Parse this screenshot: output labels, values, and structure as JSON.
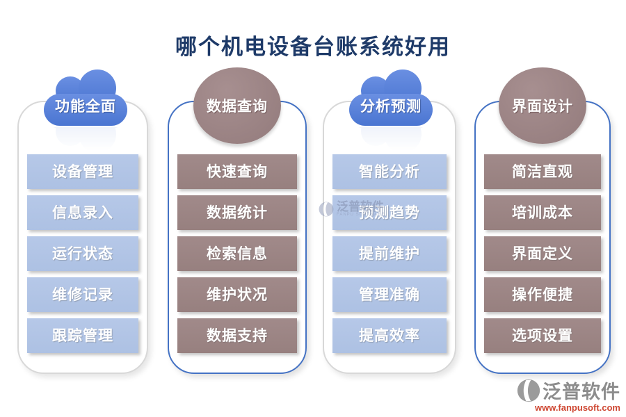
{
  "title": "哪个机电设备台账系统好用",
  "columns": [
    {
      "header": "功能全面",
      "header_shape": "cloud",
      "items": [
        "设备管理",
        "信息录入",
        "运行状态",
        "维修记录",
        "跟踪管理"
      ]
    },
    {
      "header": "数据查询",
      "header_shape": "circle",
      "items": [
        "快速查询",
        "数据统计",
        "检索信息",
        "维护状况",
        "数据支持"
      ]
    },
    {
      "header": "分析预测",
      "header_shape": "cloud",
      "items": [
        "智能分析",
        "预测趋势",
        "提前维护",
        "管理准确",
        "提高效率"
      ]
    },
    {
      "header": "界面设计",
      "header_shape": "circle",
      "items": [
        "简洁直观",
        "培训成本",
        "界面定义",
        "操作便捷",
        "选项设置"
      ]
    }
  ],
  "watermark": {
    "name": "泛普软件",
    "sub": "FANPU SOFTWARE"
  },
  "footer_logo": {
    "name": "泛普软件",
    "url": "www.fanpusoft.com"
  },
  "colors": {
    "title": "#1E3A68",
    "cloud_blue": "#5280D8",
    "item_blue": "#B1C4E6",
    "item_mauve": "#9C8484",
    "circle_mauve": "#9C8485",
    "panel_border_gray": "#D8D8D8",
    "panel_border_blue": "#4472C4",
    "footer_gray": "#8C8C8C",
    "footer_red": "#CE4631"
  }
}
